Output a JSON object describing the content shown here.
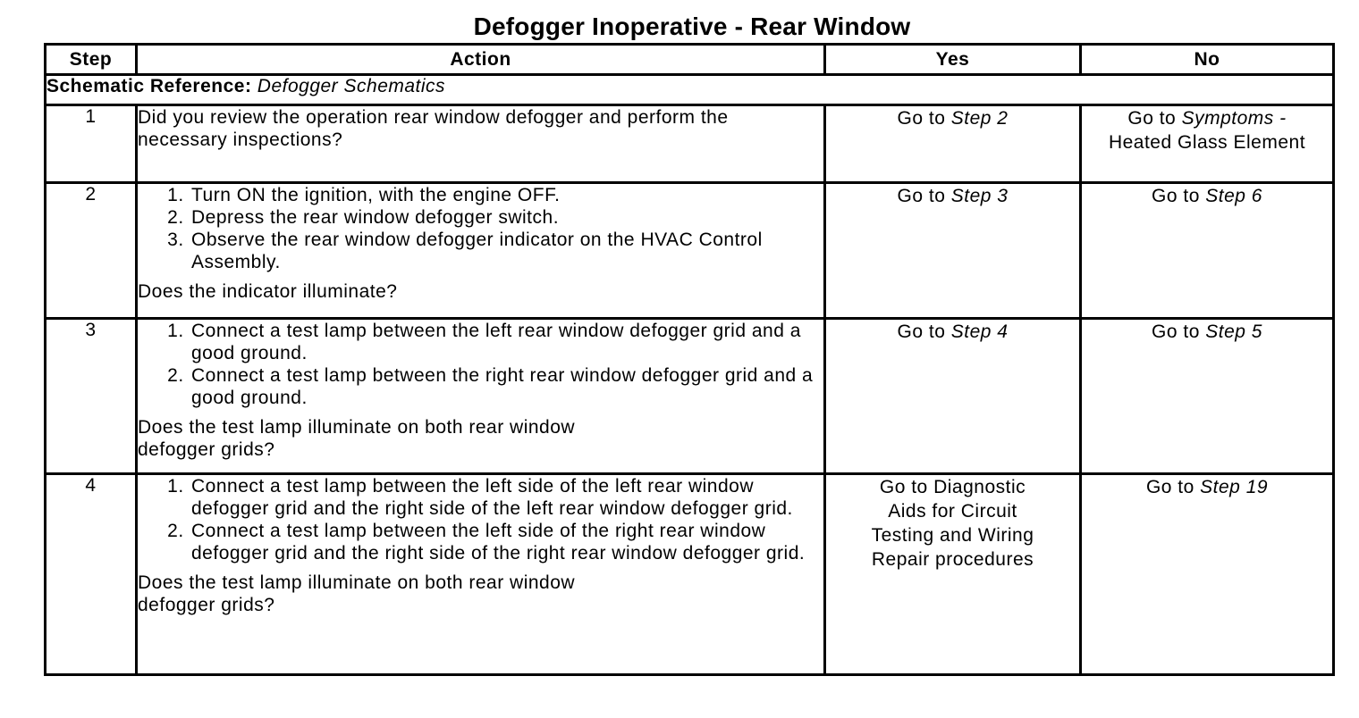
{
  "title": "Defogger Inoperative - Rear Window",
  "headers": {
    "step": "Step",
    "action": "Action",
    "yes": "Yes",
    "no": "No"
  },
  "schematic": {
    "label": "Schematic Reference:",
    "value": "Defogger Schematics"
  },
  "rows": [
    {
      "step": "1",
      "question": "Did you review the operation rear window defogger and perform the necessary inspections?",
      "yes_prefix": "Go to",
      "yes_ref": "Step 2",
      "no_prefix": "Go to",
      "no_ref": "Symptoms -",
      "no_rest": "Heated Glass Element"
    },
    {
      "step": "2",
      "substeps": [
        "Turn ON the ignition, with the engine OFF.",
        "Depress the rear window defogger switch.",
        "Observe the rear window defogger indicator on the HVAC Control Assembly."
      ],
      "question": "Does the indicator illuminate?",
      "yes_prefix": "Go to",
      "yes_ref": "Step 3",
      "no_prefix": "Go to",
      "no_ref": "Step 6"
    },
    {
      "step": "3",
      "substeps": [
        "Connect a test lamp between the left rear window defogger grid and a good ground.",
        "Connect a test lamp between the right rear window defogger grid and a good ground."
      ],
      "question": "Does the test lamp illuminate on both rear window defogger grids?",
      "yes_prefix": "Go to",
      "yes_ref": "Step 4",
      "no_prefix": "Go to",
      "no_ref": "Step 5"
    },
    {
      "step": "4",
      "substeps": [
        "Connect a test lamp between the left side of the left rear window defogger grid and the right side of the left rear window defogger grid.",
        "Connect a test lamp between the left side of the right rear window defogger grid and the right side of the right rear window defogger grid."
      ],
      "question": "Does the test lamp illuminate on both rear window defogger grids?",
      "yes_text": "Go to Diagnostic Aids for Circuit Testing and Wiring Repair procedures",
      "no_prefix": "Go to",
      "no_ref": "Step 19"
    }
  ]
}
